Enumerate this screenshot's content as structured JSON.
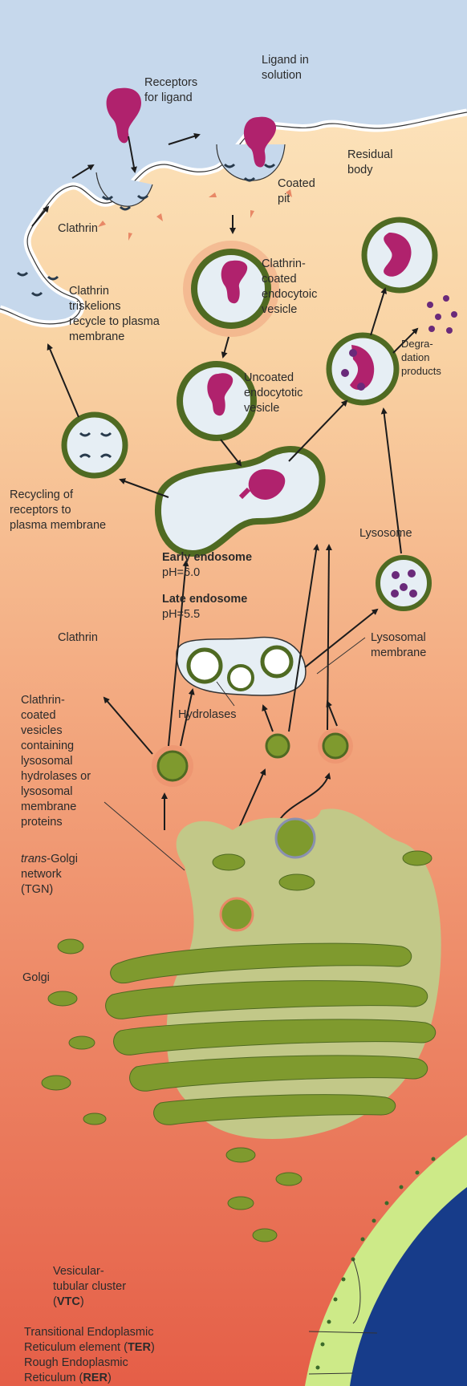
{
  "labels": {
    "ligand_in_solution": "Ligand in\nsolution",
    "receptors_for_ligand": "Receptors\nfor ligand",
    "residual_body": "Residual\nbody",
    "coated_pit": "Coated\npit",
    "clathrin_top": "Clathrin",
    "clathrin_coated_endocytic_vesicle": "Clathrin-\ncoated\nendocytoic\nvesicle",
    "clathrin_triskelions": "Clathrin\ntriskelions\nrecycle to plasma\nmembrane",
    "degradation_products": "Degra-\ndation\nproducts",
    "uncoated_endocytotic_vesicle": "Uncoated\nendocytotic\nvesicle",
    "recycling_of_receptors": "Recycling of\nreceptors to\nplasma membrane",
    "lysosome": "Lysosome",
    "early_endosome_name": "Early endosome",
    "early_endosome_ph": "pH=6.0",
    "late_endosome_name": "Late endosome",
    "late_endosome_ph": "pH=5.5",
    "clathrin_mid": "Clathrin",
    "lysosomal_membrane": "Lysosomal\nmembrane",
    "hydrolases": "Hydrolases",
    "clathrin_coated_vesicles": "Clathrin-\ncoated\nvesicles\ncontaining\nlysosomal\nhydrolases or\nlysosomal\nmembrane\nproteins",
    "tgn_italic": "trans",
    "tgn_rest": "-Golgi\nnetwork\n(TGN)",
    "golgi": "Golgi",
    "vtc_text": "Vesicular-\ntubular cluster\n(",
    "vtc_abbr": "VTC",
    "ter_text": "Transitional Endoplasmic\nReticulum element (",
    "ter_abbr": "TER",
    "rer_text": "Rough Endoplasmic\nReticulum (",
    "rer_abbr": "RER",
    "close_paren": ")"
  },
  "colors": {
    "background_top": "#c6d8ec",
    "background_mid": "#fbe6bc",
    "background_bottom": "#e9644c",
    "membrane_outline": "#4f6a22",
    "golgi_fill": "#c2c888",
    "cisternae_fill": "#7f9a2e",
    "ligand": "#b0226d",
    "receptor": "#283a4c",
    "lysosome_dots": "#6a2a7a",
    "clathrin_coat": "#e88866",
    "vesicle_fill": "#e6eef4",
    "nucleus": "#173c8a",
    "rer_fill": "#cdea88"
  }
}
